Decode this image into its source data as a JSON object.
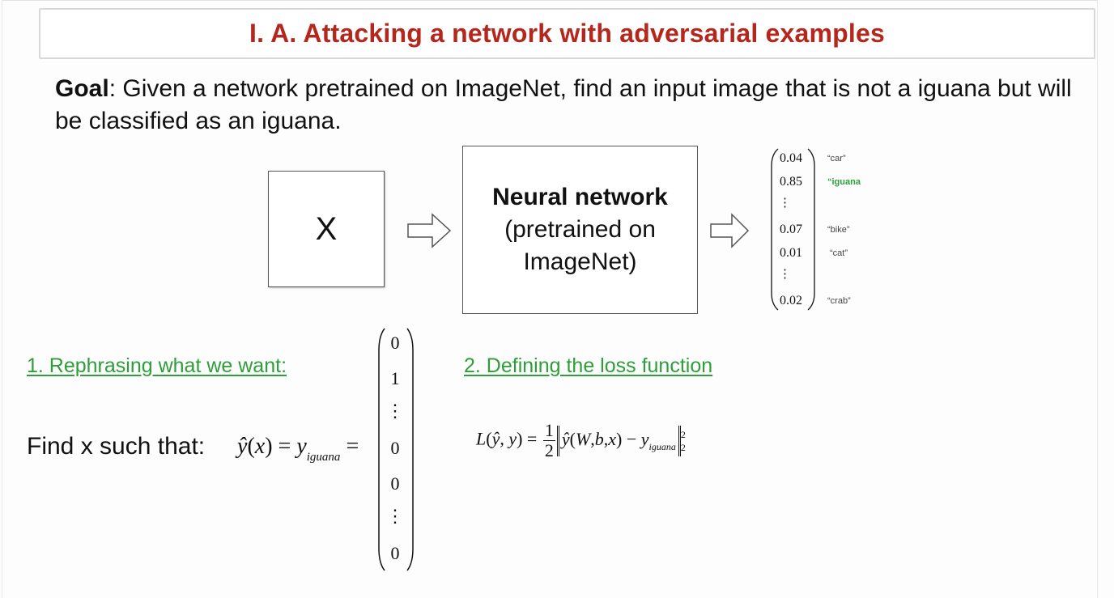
{
  "slide": {
    "title": "I. A. Attacking a network with adversarial examples",
    "goal_label": "Goal",
    "goal_text": ": Given a network pretrained on ImageNet, find an input image that is not a iguana but will be classified as an iguana."
  },
  "diagram": {
    "input_label": "X",
    "network_title": "Neural network",
    "network_line2": "(pretrained on",
    "network_line3": "ImageNet)",
    "output_vector": [
      {
        "value": "0.04",
        "label": "“car”"
      },
      {
        "value": "0.85",
        "label": "“iguana",
        "highlight": true
      },
      {
        "value": "⋮",
        "label": ""
      },
      {
        "value": "0.07",
        "label": "“bike”"
      },
      {
        "value": "0.01",
        "label": "“cat”"
      },
      {
        "value": "⋮",
        "label": ""
      },
      {
        "value": "0.02",
        "label": "“crab”"
      }
    ],
    "highlight_color": "#2e9e3a"
  },
  "sections": {
    "s1": "1. Rephrasing what we want:",
    "s2": "2. Defining the loss function"
  },
  "equations": {
    "find_text": "Find x such that:",
    "target_vector": [
      "0",
      "1",
      "⋮",
      "0",
      "0",
      "⋮",
      "0"
    ]
  },
  "colors": {
    "title": "#b5271c",
    "link": "#2e9e3a"
  }
}
